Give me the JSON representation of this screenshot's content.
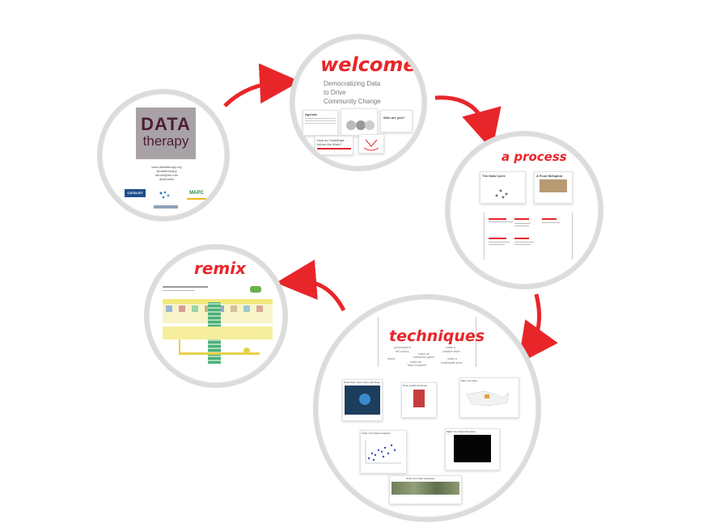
{
  "intro": {
    "logo_line1": "DATA",
    "logo_line2": "therapy",
    "contact_lines": [
      "www.datatherapy.org",
      "@datatherapy",
      "rahulb@mit.edu",
      "@rahulbot"
    ],
    "partner_logos": [
      "CATALIST",
      "MAPC"
    ],
    "colors": {
      "logo_bg": "#a8a2a6",
      "logo_text": "#4d1e33"
    }
  },
  "welcome": {
    "title": "welcome",
    "subtitle_lines": [
      "Democratizing Data",
      "to Drive",
      "Community Change"
    ],
    "card_agenda": "Agenda",
    "card_who": "Who are you?",
    "card_bottom": "How do Tools/Data Inform the Work?"
  },
  "process": {
    "title": "a process",
    "card_left": "The Data Cycle",
    "card_right": "A Food Metaphor"
  },
  "techniques": {
    "title": "techniques",
    "words": [
      "personalize it",
      "tell a story",
      "make an",
      "interactive game",
      "make a",
      "creative chart",
      "sing it",
      "make an",
      "\"data sculpture\"",
      "make a",
      "multimedia show"
    ],
    "card1": "Data Chart: Tell a Story with Data",
    "card2": "Draw a Data Sculpture",
    "card3": "Map Your Data",
    "card4": "Chart Your Data Creatively",
    "card5": "Make Your Data Interactive",
    "card6": "Draw Your Data Creatively"
  },
  "remix": {
    "title": "remix"
  },
  "accent_color": "#e8262a"
}
